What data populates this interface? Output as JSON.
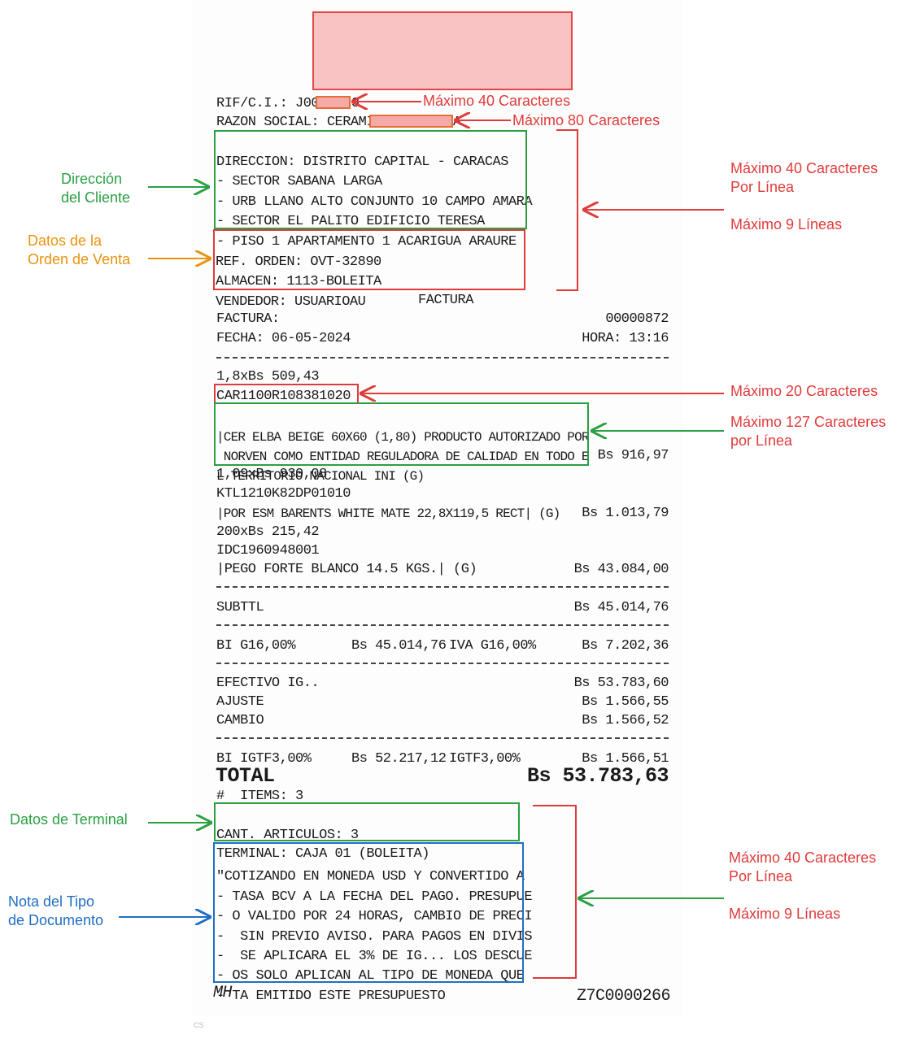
{
  "receipt": {
    "rif": "RIF/C.I.: J001",
    "rif_end": "3",
    "razon": "RAZON SOCIAL: CERAMICA",
    "razon_end": "A",
    "direccion": [
      "DIRECCION: DISTRITO CAPITAL - CARACAS",
      "- SECTOR SABANA LARGA",
      "- URB LLANO ALTO CONJUNTO 10 CAMPO AMARA",
      "- SECTOR EL PALITO EDIFICIO TERESA",
      "- PISO 1 APARTAMENTO 1 ACARIGUA ARAURE"
    ],
    "orden": [
      "REF. ORDEN: OVT-32890",
      "ALMACEN: 1113-BOLEITA",
      "VENDEDOR: USUARIOAU"
    ],
    "doc_title": "FACTURA",
    "factura_label": "FACTURA:",
    "factura_no": "00000872",
    "fecha": "FECHA: 06-05-2024",
    "hora": "HORA: 13:16",
    "item1": {
      "qty": "1,8xBs 509,43",
      "code": "CAR1100R108381020",
      "desc": [
        "|CER ELBA BEIGE 60X60 (1,80) PRODUCTO AUTORIZADO POR",
        " NORVEN COMO ENTIDAD REGULADORA DE CALIDAD EN TODO E",
        "L TERRITORIO NACIONAL INI (G)"
      ],
      "amount": "Bs 916,97"
    },
    "item2": {
      "qty": "1,09xBs 930,08",
      "code": "KTL1210K82DP01010",
      "desc": "|POR ESM BARENTS WHITE MATE 22,8X119,5 RECT| (G)",
      "amount": "Bs 1.013,79"
    },
    "item3": {
      "qty": "200xBs 215,42",
      "code": "IDC1960948001",
      "desc": "|PEGO FORTE BLANCO 14.5 KGS.| (G)",
      "amount": "Bs 43.084,00"
    },
    "subttl_label": "SUBTTL",
    "subttl": "Bs 45.014,76",
    "bi_label": "BI G16,00%",
    "bi_amount": "Bs 45.014,76",
    "iva_label": "IVA G16,00%",
    "iva_amount": "Bs 7.202,36",
    "efectivo_label": "EFECTIVO IG..",
    "efectivo": "Bs 53.783,60",
    "ajuste_label": "AJUSTE",
    "ajuste": "Bs 1.566,55",
    "cambio_label": "CAMBIO",
    "cambio": "Bs 1.566,52",
    "bi_igtf_label": "BI IGTF3,00%",
    "bi_igtf": "Bs 52.217,12",
    "igtf_label": "IGTF3,00%",
    "igtf": "Bs 1.566,51",
    "total_label": "TOTAL",
    "total": "Bs 53.783,63",
    "items": "#  ITEMS: 3",
    "terminal": [
      "CANT. ARTICULOS: 3",
      "TERMINAL: CAJA 01 (BOLEITA)"
    ],
    "nota": [
      "\"COTIZANDO EN MONEDA USD Y CONVERTIDO A",
      "- TASA BCV A LA FECHA DEL PAGO. PRESUPUE",
      "- O VALIDO POR 24 HORAS, CAMBIO DE PRECI",
      "-  SIN PREVIO AVISO. PARA PAGOS EN DIVIS",
      "-  SE APLICARA EL 3% DE IG... LOS DESCUE",
      "- OS SOLO APLICAN AL TIPO DE MONEDA QUE",
      "- TA EMITIDO ESTE PRESUPUESTO"
    ],
    "signature": "MH",
    "serial": "Z7C0000266",
    "scanner_mark": "CS"
  },
  "annotations": {
    "max40": "Máximo 40 Caracteres",
    "max80": "Máximo 80 Caracteres",
    "right_top_1": "Máximo 40 Caracteres",
    "right_top_2": "Por Línea",
    "right_top_3": "Máximo 9 Líneas",
    "dir_1": "Dirección",
    "dir_2": "del Cliente",
    "orden_1": "Datos de la",
    "orden_2": "Orden de Venta",
    "max20": "Máximo 20 Caracteres",
    "max127_1": "Máximo 127 Caracteres",
    "max127_2": "por Línea",
    "terminal": "Datos de Terminal",
    "nota_1": "Nota del Tipo",
    "nota_2": "de Documento",
    "right_bot_1": "Máximo 40 Caracteres",
    "right_bot_2": "Por Línea",
    "right_bot_3": "Máximo 9 Líneas"
  },
  "colors": {
    "red": "#e03a3a",
    "green": "#2aa043",
    "orange": "#e8930f",
    "blue": "#1f6fc4",
    "logo_fill": "#f9c3c3"
  }
}
